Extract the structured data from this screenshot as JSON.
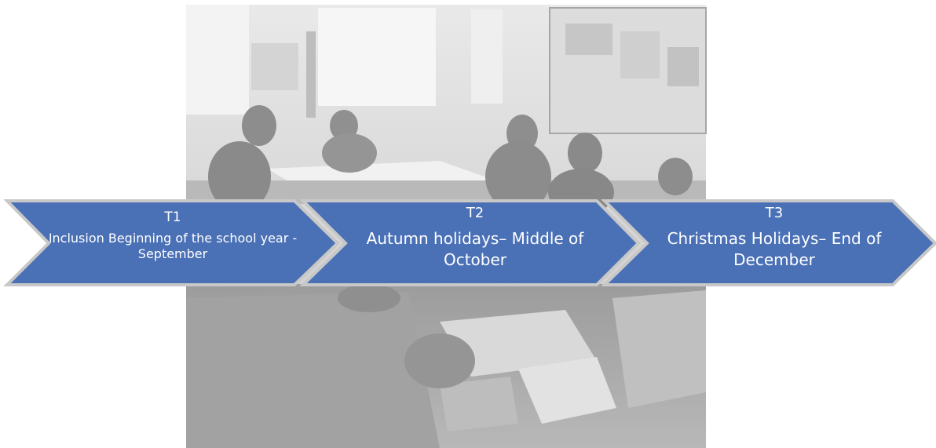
{
  "colors": {
    "chevron_fill": "#4a70b6",
    "chevron_border": "#c8c8c8",
    "label_text": "#ffffff",
    "photo_tone": "#a9a9a9"
  },
  "background_photo": {
    "icon": "classroom-photo"
  },
  "timeline": {
    "steps": [
      {
        "code": "T1",
        "description": "Inclusion Beginning of the school year - September"
      },
      {
        "code": "T2",
        "description": "Autumn holidays– Middle of October"
      },
      {
        "code": "T3",
        "description": "Christmas Holidays– End of December"
      }
    ]
  }
}
